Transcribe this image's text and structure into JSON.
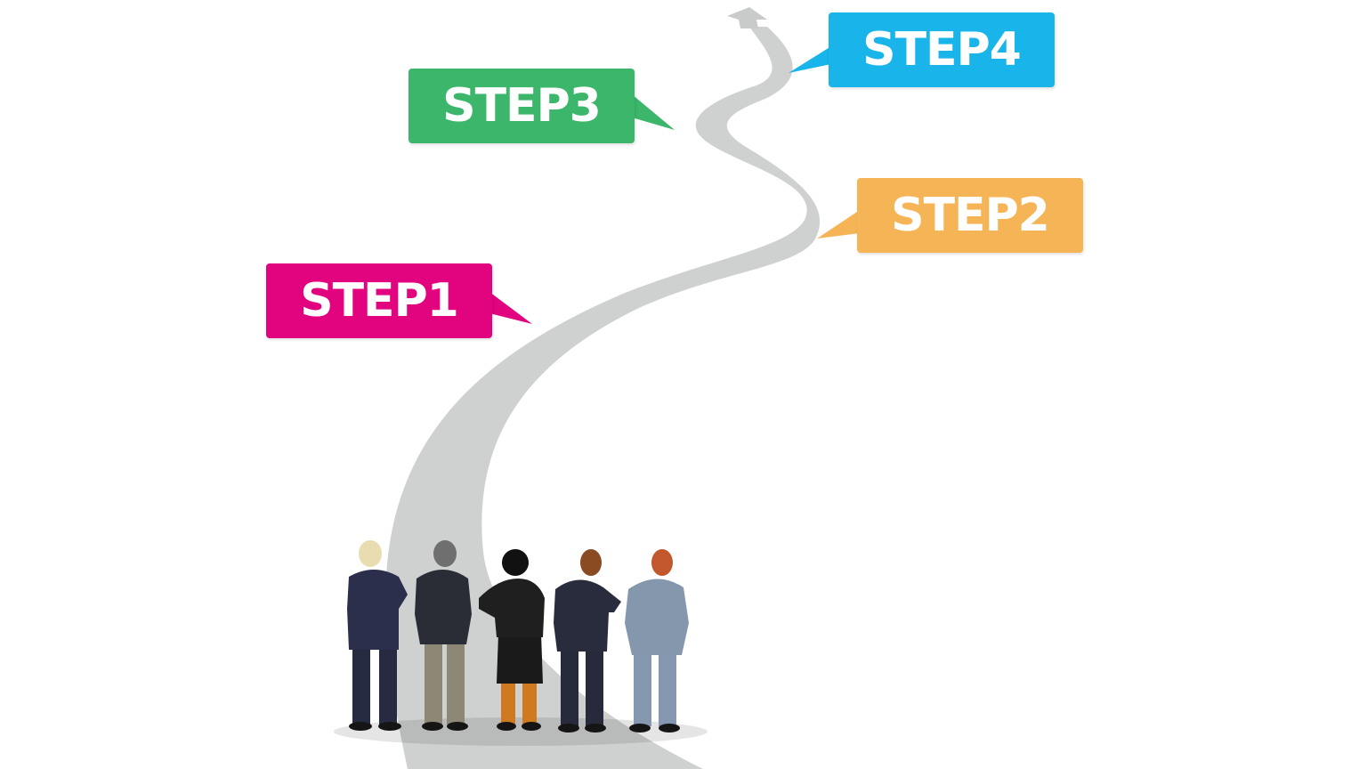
{
  "steps": [
    {
      "label": "STEP1",
      "color": "#e2037f"
    },
    {
      "label": "STEP2",
      "color": "#f5b556"
    },
    {
      "label": "STEP3",
      "color": "#3cb66b"
    },
    {
      "label": "STEP4",
      "color": "#18b4ea"
    }
  ],
  "road_color": "#cfd0d0",
  "figures": [
    {
      "suit": "#2b2f4c",
      "hair": "#e8dcb0",
      "legs": "#262b42"
    },
    {
      "suit": "#2a2c36",
      "hair": "#6f6f6f",
      "legs": "#8d8776"
    },
    {
      "suit": "#1f1f1f",
      "hair": "#111111",
      "legs": "#d07a20"
    },
    {
      "suit": "#282c3c",
      "hair": "#8a4a22",
      "legs": "#262a3a"
    },
    {
      "suit": "#8497ad",
      "hair": "#c2562c",
      "legs": "#8598b0"
    }
  ]
}
